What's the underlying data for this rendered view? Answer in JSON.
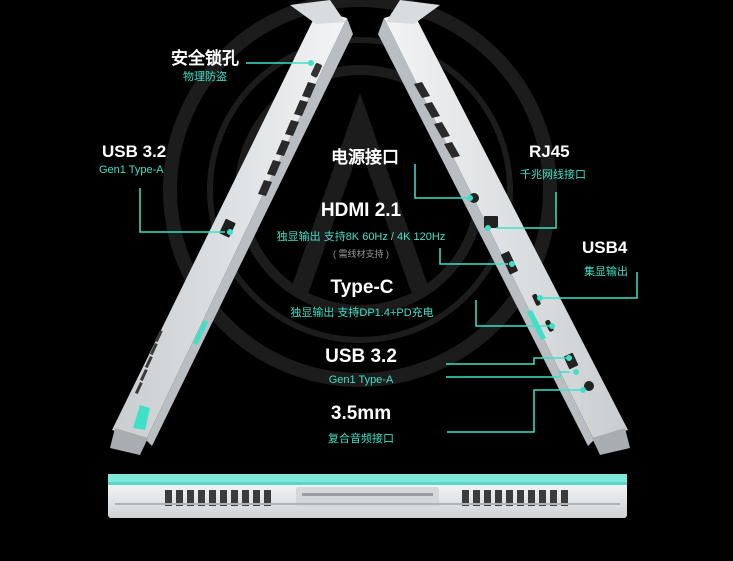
{
  "labels": {
    "lock": {
      "title": "安全锁孔",
      "sub": "物理防盗"
    },
    "usb_left": {
      "title": "USB 3.2",
      "sub": "Gen1 Type-A"
    },
    "power": {
      "title": "电源接口"
    },
    "rj45": {
      "title": "RJ45",
      "sub": "千兆网线接口"
    },
    "hdmi": {
      "title": "HDMI 2.1",
      "sub": "独显输出 支持8K 60Hz / 4K 120Hz",
      "note": "( 需线材支持 )"
    },
    "usb4": {
      "title": "USB4",
      "sub": "集显输出"
    },
    "typec": {
      "title": "Type-C",
      "sub": "独显输出 支持DP1.4+PD充电"
    },
    "usb_right": {
      "title": "USB 3.2",
      "sub": "Gen1 Type-A"
    },
    "audio": {
      "title": "3.5mm",
      "sub": "复合音频接口"
    }
  },
  "colors": {
    "accent": "#3fe0c8",
    "background": "#000000",
    "chassis": "#e6e9ea"
  }
}
